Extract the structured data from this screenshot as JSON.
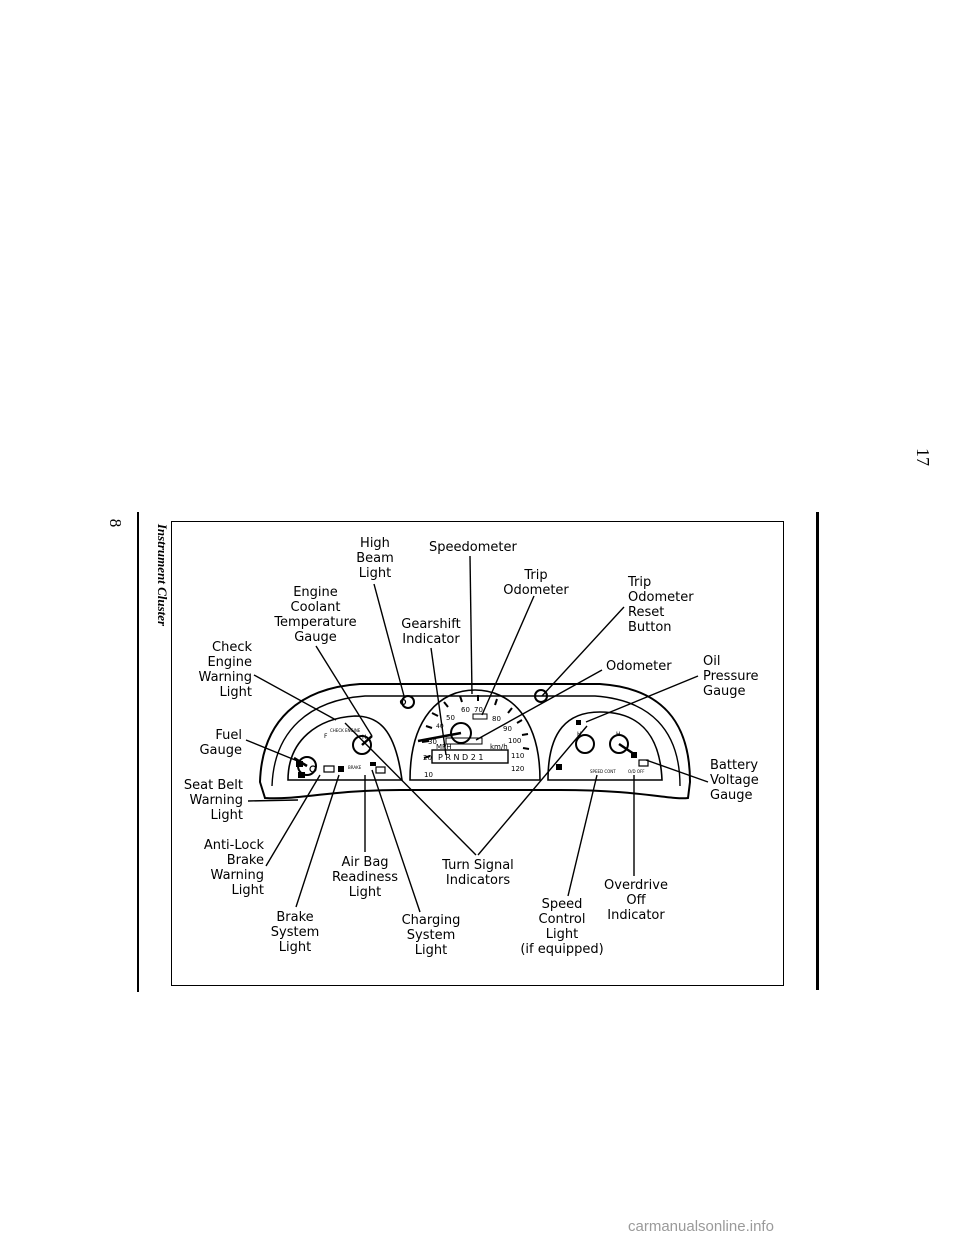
{
  "page": {
    "page_number_top": "17",
    "page_number_side": "8",
    "section_title": "Instrument Cluster"
  },
  "labels": {
    "high_beam": "High\nBeam\nLight",
    "speedometer": "Speedometer",
    "trip_odometer": "Trip\nOdometer",
    "trip_reset": "Trip\nOdometer\nReset\nButton",
    "engine_coolant": "Engine\nCoolant\nTemperature\nGauge",
    "gearshift": "Gearshift\nIndicator",
    "check_engine": "Check\nEngine\nWarning\nLight",
    "odometer": "Odometer",
    "oil_pressure": "Oil\nPressure\nGauge",
    "fuel_gauge": "Fuel\nGauge",
    "battery_voltage": "Battery\nVoltage\nGauge",
    "seat_belt": "Seat Belt\nWarning\nLight",
    "anti_lock": "Anti-Lock\nBrake\nWarning\nLight",
    "air_bag": "Air Bag\nReadiness\nLight",
    "turn_signal": "Turn Signal\nIndicators",
    "speed_control": "Speed\nControl\nLight\n(if equipped)",
    "overdrive_off": "Overdrive\nOff\nIndicator",
    "brake_system": "Brake\nSystem\nLight",
    "charging_system": "Charging\nSystem\nLight"
  },
  "cluster": {
    "speed_ticks_mph": [
      "10",
      "20",
      "30",
      "40",
      "50",
      "60",
      "70",
      "80",
      "90",
      "100",
      "110",
      "120"
    ],
    "unit_mph": "MPH",
    "unit_kmh": "km/h",
    "gear_positions": "P R N D 2 1",
    "fuel_full": "F",
    "temp_hot": "H",
    "oil_high": "H",
    "batt_high": "H",
    "check_engine_text": "CHECK\nENGINE",
    "brake_text": "BRAKE",
    "speed_cont_text": "SPEED\nCONT",
    "od_off_text": "O/D\nOFF"
  },
  "watermark": "carmanualsonline.info"
}
